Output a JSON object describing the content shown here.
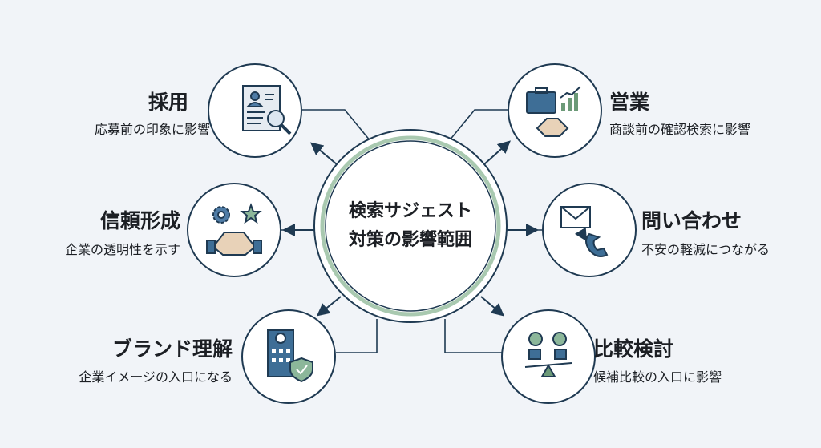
{
  "center": {
    "line1": "検索サジェスト",
    "line2": "対策の影響範囲"
  },
  "nodes": {
    "recruit": {
      "title": "採用",
      "subtitle": "応募前の印象に影響",
      "icon": "resume-search-icon"
    },
    "sales": {
      "title": "営業",
      "subtitle": "商談前の確認検索に影響",
      "icon": "briefcase-handshake-icon"
    },
    "trust": {
      "title": "信頼形成",
      "subtitle": "企業の透明性を示す",
      "icon": "gear-star-handshake-icon"
    },
    "inquiry": {
      "title": "問い合わせ",
      "subtitle": "不安の軽減につながる",
      "icon": "mail-phone-icon"
    },
    "brand": {
      "title": "ブランド理解",
      "subtitle": "企業イメージの入口になる",
      "icon": "building-shield-icon"
    },
    "compare": {
      "title": "比較検討",
      "subtitle": "候補比較の入口に影響",
      "icon": "check-balance-icon"
    }
  },
  "colors": {
    "line": "#1f3a52",
    "accent": "#3e6e96",
    "ring": "#a9c9b0",
    "background": "#f1f4f8"
  }
}
